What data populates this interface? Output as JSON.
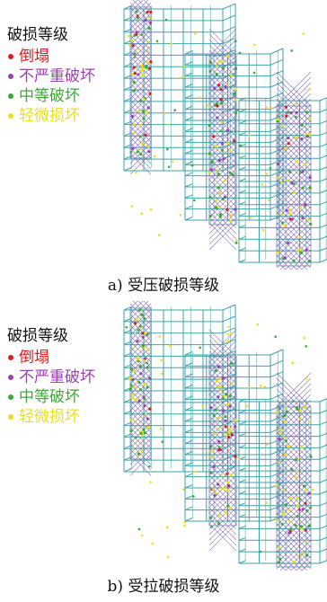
{
  "figures": [
    {
      "caption": "a) 受压破损等级",
      "legend": {
        "title": "破损等级",
        "items": [
          {
            "label": "倒塌",
            "color": "#e41a1c"
          },
          {
            "label": "不严重破坏",
            "color": "#9b3fb5"
          },
          {
            "label": "中等破坏",
            "color": "#3aa935"
          },
          {
            "label": "轻微损坏",
            "color": "#e8e020"
          }
        ]
      }
    },
    {
      "caption": "b) 受拉破损等级",
      "legend": {
        "title": "破损等级",
        "items": [
          {
            "label": "倒塌",
            "color": "#e41a1c"
          },
          {
            "label": "不严重破坏",
            "color": "#9b3fb5"
          },
          {
            "label": "中等破坏",
            "color": "#3aa935"
          },
          {
            "label": "轻微损坏",
            "color": "#e8e020"
          }
        ]
      }
    }
  ]
}
